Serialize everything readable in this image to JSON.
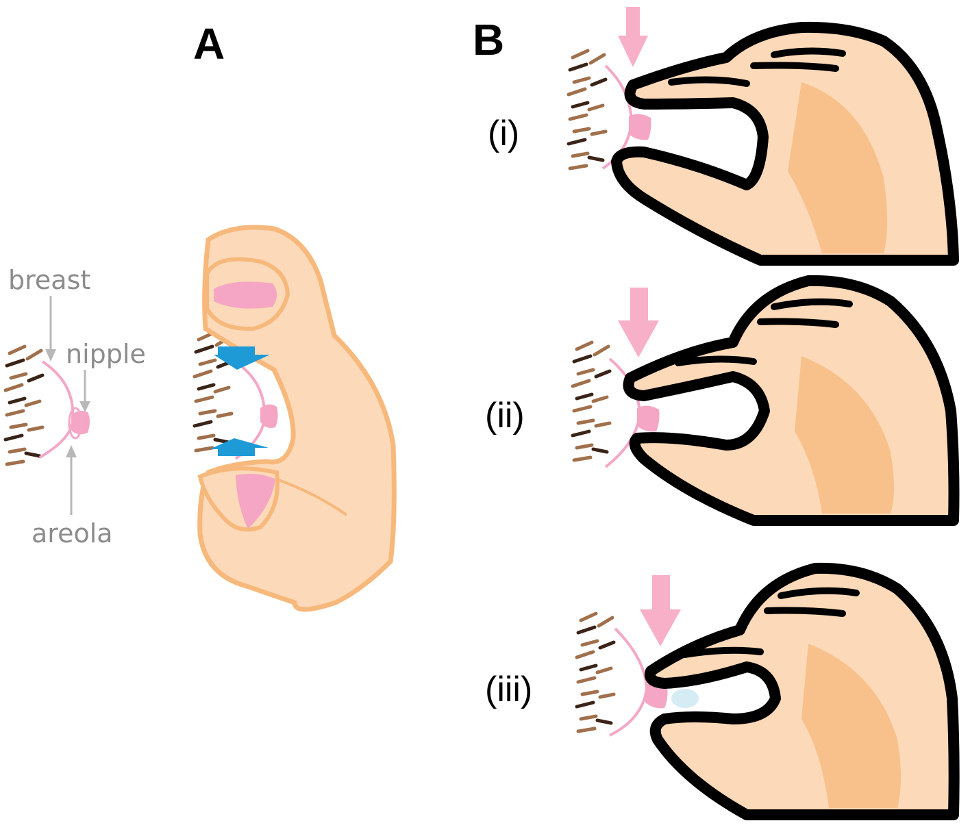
{
  "panels": {
    "a": {
      "label": "A"
    },
    "b": {
      "label": "B"
    }
  },
  "annotations": {
    "breast": "breast",
    "nipple": "nipple",
    "areola": "areola"
  },
  "steps": [
    "(i)",
    "(ii)",
    "(iii)"
  ],
  "colors": {
    "skin": "#fcd9b8",
    "skin_dark": "#f7b87c",
    "nipple_pink": "#f5a6c4",
    "breast_line": "#f4a7c7",
    "pressure_arrow_pink": "#f8afc8",
    "compression_arrow_blue": "#1e9ad6",
    "outline_black": "#000000",
    "hair_brown": "#a0704c",
    "hair_dark": "#3a2418",
    "annotation_gray": "#8c8c8c",
    "milk_droplet": "#d5ecf4"
  },
  "icons": {
    "pressure_arrow": "down-arrow-icon",
    "compression_arrows": "up-down-arrow-icon"
  }
}
